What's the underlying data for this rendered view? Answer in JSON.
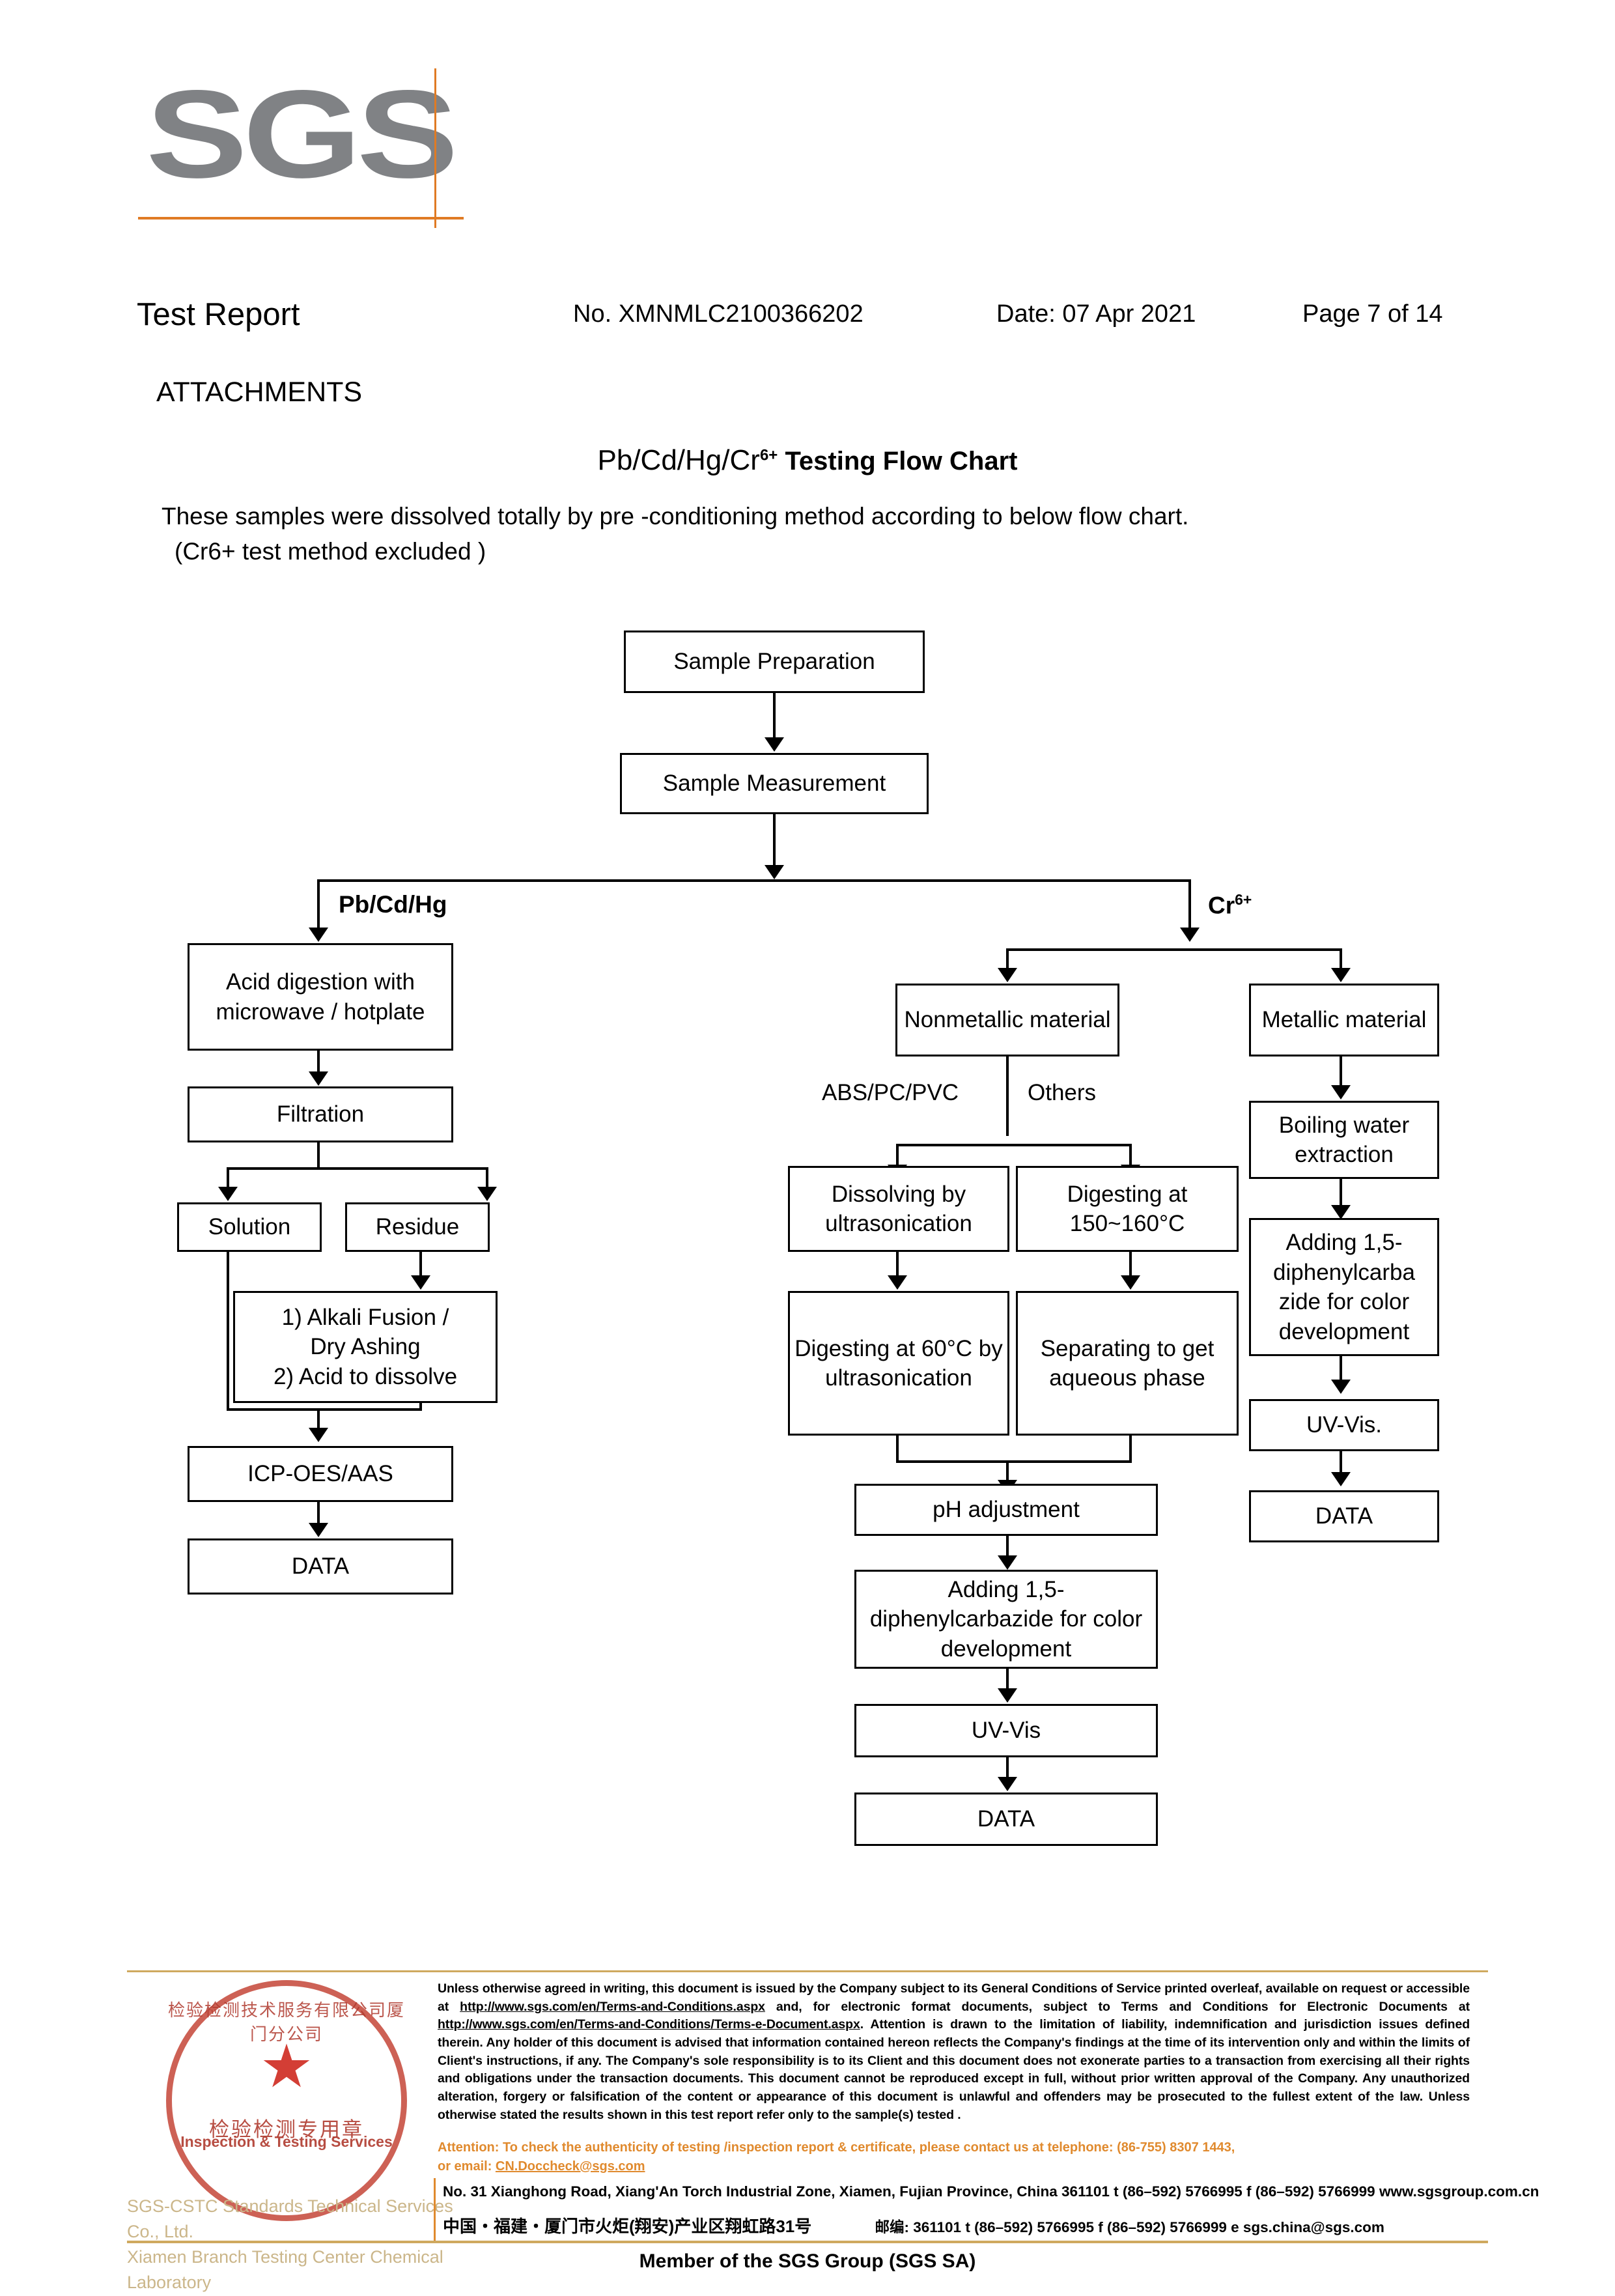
{
  "logo": {
    "wordmark": "SGS"
  },
  "header": {
    "title": "Test Report",
    "report_no": "No. XMNMLC2100366202",
    "date": "Date: 07 Apr 2021",
    "page": "Page 7 of 14",
    "attachments": "ATTACHMENTS"
  },
  "chart_title": {
    "prefix": "Pb/Cd/Hg/Cr",
    "sup": "6+",
    "suffix": "Testing Flow Chart"
  },
  "intro": {
    "line1": "These samples were dissolved totally by pre -conditioning method according to below flow chart.",
    "line2": "(Cr6+ test method excluded )"
  },
  "chart_data": {
    "type": "diagram",
    "title": "Pb/Cd/Hg/Cr6+ Testing Flow Chart",
    "nodes": {
      "sample_preparation": "Sample Preparation",
      "sample_measurement": "Sample Measurement",
      "acid_digestion": "Acid digestion with microwave / hotplate",
      "filtration": "Filtration",
      "solution": "Solution",
      "residue": "Residue",
      "alkali_fusion": "1) Alkali Fusion / Dry Ashing\n2) Acid to dissolve",
      "alkali_fusion_l1": "1) Alkali Fusion /",
      "alkali_fusion_l2": "Dry Ashing",
      "alkali_fusion_l3": "2) Acid to dissolve",
      "icp_oes_aas": "ICP-OES/AAS",
      "data_left": "DATA",
      "nonmetallic_material": "Nonmetallic material",
      "metallic_material": "Metallic material",
      "dissolving_ultrasonication": "Dissolving by ultrasonication",
      "digesting_150": "Digesting at 150~160°C",
      "digesting_60": "Digesting at 60°C by ultrasonication",
      "separating_aqueous": "Separating to get aqueous phase",
      "ph_adjustment": "pH adjustment",
      "adding_dpc_mid": "Adding 1,5-diphenylcarbazide for color development",
      "uv_vis_mid": "UV-Vis",
      "data_mid": "DATA",
      "boiling_water": "Boiling water extraction",
      "adding_dpc_right": "Adding 1,5-diphenylcarba zide for color development",
      "uv_vis_right": "UV-Vis.",
      "data_right": "DATA"
    },
    "edge_labels": {
      "left_branch": "Pb/Cd/Hg",
      "right_branch_prefix": "Cr",
      "right_branch_sup": "6+",
      "abs_pc_pvc": "ABS/PC/PVC",
      "others": "Others"
    }
  },
  "stamp": {
    "arc_top": "检验检测技术服务有限公司厦门分公司",
    "star": "★",
    "cn": "检验检测专用章",
    "en": "Inspection & Testing Services",
    "caption_line1": "SGS-CSTC Standards Technical Services Co., Ltd.",
    "caption_line2": "Xiamen Branch Testing Center Chemical Laboratory"
  },
  "footer": {
    "legal_p1": "Unless otherwise agreed in writing, this document is issued by the Company subject to its General Conditions of Service printed overleaf, available on request or accessible at ",
    "legal_url1": "http://www.sgs.com/en/Terms-and-Conditions.aspx",
    "legal_p2": " and, for electronic format documents, subject to Terms and Conditions for Electronic Documents at ",
    "legal_url2": "http://www.sgs.com/en/Terms-and-Conditions/Terms-e-Document.aspx",
    "legal_p3": ". Attention is drawn to the limitation of liability, indemnification and jurisdiction issues defined therein. Any holder of this document is advised that information contained hereon reflects the Company's findings at the time of its intervention only and within the limits of Client's instructions, if any. The Company's sole responsibility is to its Client and this document does not exonerate parties to a transaction from exercising all their rights and obligations under the transaction documents. This document cannot be reproduced except in full, without prior written approval of the Company. Any unauthorized alteration, forgery or falsification of the content or appearance of this document is unlawful and offenders may be prosecuted to the fullest extent of the law. Unless otherwise stated the results shown in this test report refer only to the sample(s) tested .",
    "attention_line1": "Attention: To check the authenticity of testing /inspection report & certificate, please contact us at telephone: (86-755) 8307 1443,",
    "attention_line2_pre": "or email: ",
    "attention_email": "CN.Doccheck@sgs.com",
    "address_en": "No. 31 Xianghong Road, Xiang'An Torch Industrial Zone, Xiamen, Fujian Province, China  361101    t (86–592) 5766995  f (86–592) 5766999   www.sgsgroup.com.cn",
    "address_cn": "中国・福建・厦门市火炬(翔安)产业区翔虹路31号",
    "address_cn_tail": "邮编: 361101    t (86–592) 5766995  f (86–592) 5766999   e  sgs.china@sgs.com",
    "member": "Member of the SGS Group (SGS SA)"
  },
  "colors": {
    "accent": "#e07b24",
    "logo_gray": "#808285",
    "stamp_red": "#c0392b",
    "attention_orange": "#e08a2e"
  }
}
